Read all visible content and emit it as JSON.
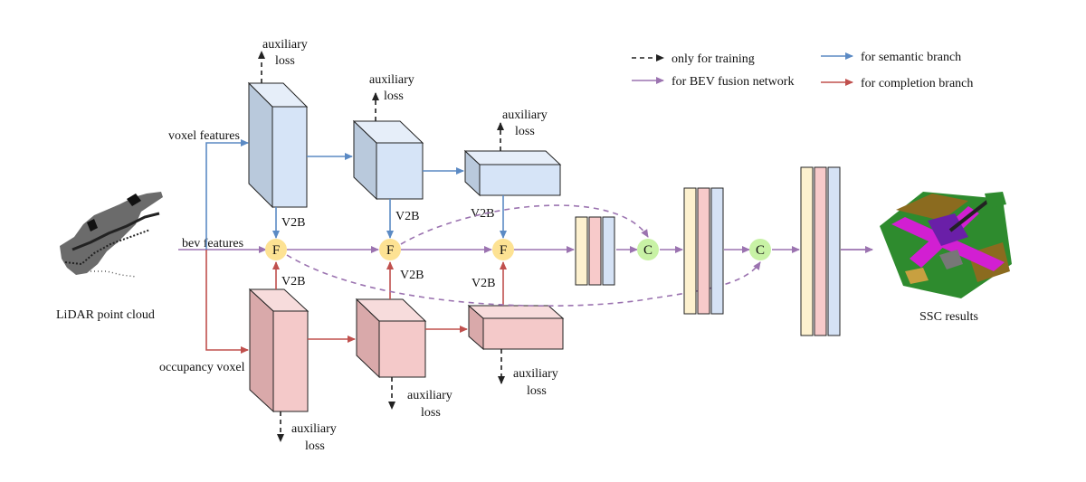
{
  "legend": {
    "training": "only for training",
    "bev_fusion": "for BEV fusion network",
    "semantic": "for semantic branch",
    "completion": "for completion branch"
  },
  "labels": {
    "voxel_features": "voxel features",
    "bev_features": "bev features",
    "occupancy_voxel": "occupancy voxel",
    "lidar": "LiDAR point cloud",
    "ssc_results": "SSC results",
    "v2b": "V2B",
    "fuse": "F",
    "concat": "C",
    "aux_line1": "auxiliary",
    "aux_line2": "loss"
  },
  "colors": {
    "semantic": "#5b8ac4",
    "completion": "#c0504d",
    "bev": "#9b73b0",
    "training": "#222222",
    "sem_box": "#d6e4f7",
    "comp_box": "#f4c9c9",
    "fuse_node": "#fde293",
    "concat_node": "#c8f2a5",
    "bar_yellow": "#fdf1cf",
    "bar_pink": "#f7caca",
    "bar_blue": "#d5e2f5"
  }
}
